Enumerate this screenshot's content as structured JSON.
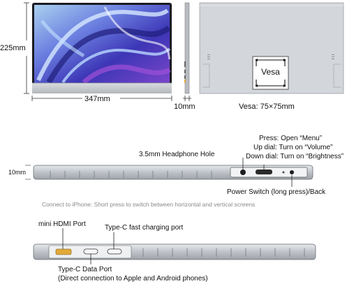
{
  "dimensions": {
    "height": "225mm",
    "width": "347mm",
    "depth": "10mm",
    "vesa": "Vesa: 75×75mm",
    "vesa_box_label": "Vesa",
    "side_thickness": "10mm"
  },
  "top_edge_callouts": {
    "headphone": "3.5mm Headphone Hole",
    "press": "Press: Open “Menu”",
    "up_dial": "Up dial: Turn on “Volume”",
    "down_dial": "Down dial: Turn on “Brightness”",
    "power": "Power Switch (long press)/Back"
  },
  "iphone_note": "Connect to iPhone: Short press to switch between horizontal and vertical screens",
  "bottom_edge_callouts": {
    "hdmi": "mini HDMI Port",
    "type_c_charging": "Type-C fast charging port",
    "type_c_data": "Type-C Data Port",
    "type_c_data_note": "(Direct connection to Apple and Android phones)"
  },
  "colors": {
    "frame": "#c9ccd0",
    "screen_bg": "#3b3fb8",
    "back_panel": "#d3d6da",
    "hdmi_port": "#e1a93b"
  }
}
